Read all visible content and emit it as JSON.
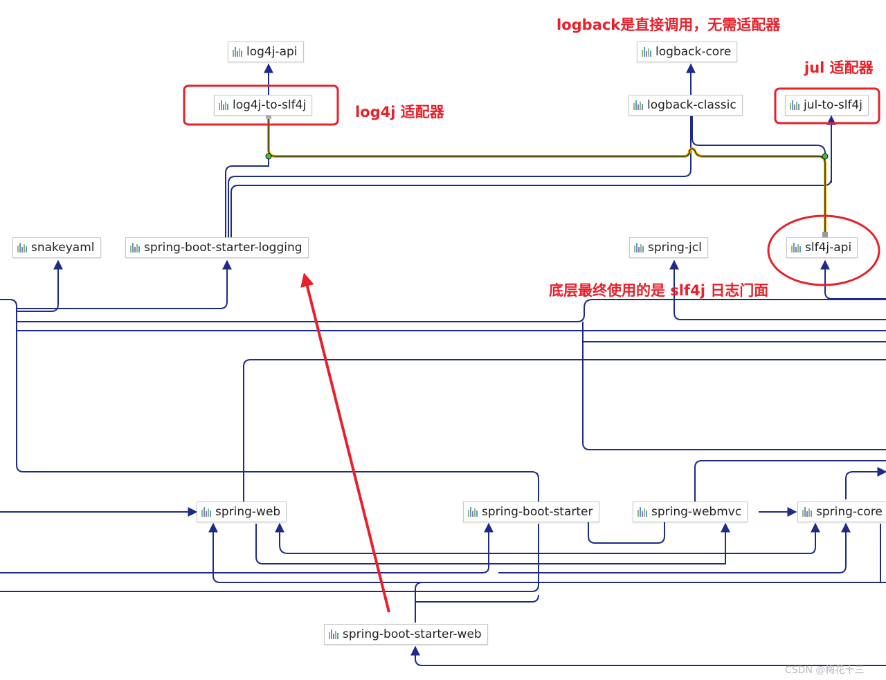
{
  "nodes": {
    "log4j_api": "log4j-api",
    "log4j_to_slf4j": "log4j-to-slf4j",
    "logback_core": "logback-core",
    "logback_classic": "logback-classic",
    "jul_to_slf4j": "jul-to-slf4j",
    "snakeyaml": "snakeyaml",
    "spring_boot_starter_logging": "spring-boot-starter-logging",
    "spring_jcl": "spring-jcl",
    "slf4j_api": "slf4j-api",
    "spring_web": "spring-web",
    "spring_boot_starter": "spring-boot-starter",
    "spring_webmvc": "spring-webmvc",
    "spring_core": "spring-core",
    "spring_boot_starter_web": "spring-boot-starter-web"
  },
  "annotations": {
    "logback_direct": "logback是直接调用，无需适配器",
    "jul_adapter": "jul 适配器",
    "log4j_adapter": "log4j 适配器",
    "bottom_facade": "底层最终使用的是 slf4j 日志门面"
  },
  "watermark": "CSDN @梅花十三",
  "colors": {
    "edge": "#1c2a8a",
    "highlight_edge": "#e2b000",
    "annotation_red": "#e8202a",
    "node_border": "#c8c8c8"
  },
  "icons": [
    "library-icon"
  ]
}
